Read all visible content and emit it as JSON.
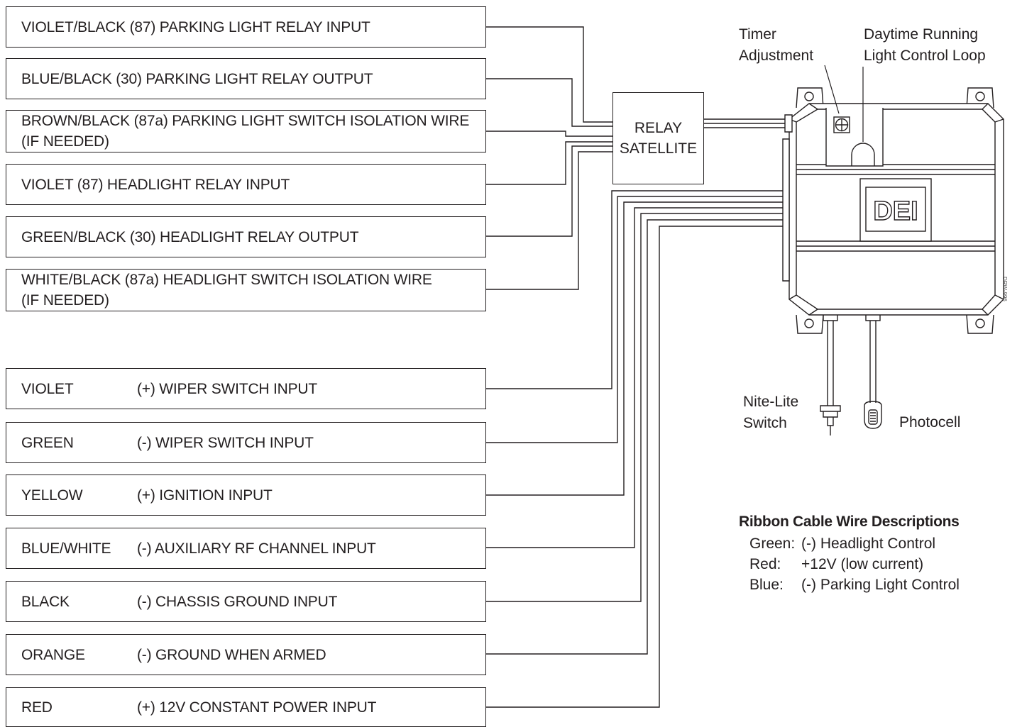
{
  "relay": {
    "line1": "RELAY",
    "line2": "SATELLITE"
  },
  "relay_wires": [
    {
      "text": "VIOLET/BLACK (87) PARKING LIGHT RELAY INPUT"
    },
    {
      "text": "BLUE/BLACK (30) PARKING LIGHT RELAY OUTPUT"
    },
    {
      "text": "BROWN/BLACK (87a) PARKING LIGHT SWITCH ISOLATION WIRE",
      "text2": "(IF NEEDED)"
    },
    {
      "text": "VIOLET (87) HEADLIGHT RELAY INPUT"
    },
    {
      "text": "GREEN/BLACK (30) HEADLIGHT RELAY OUTPUT"
    },
    {
      "text": "WHITE/BLACK (87a) HEADLIGHT SWITCH ISOLATION WIRE",
      "text2": "(IF NEEDED)"
    }
  ],
  "main_wires": [
    {
      "color": "VIOLET",
      "desc": "(+) WIPER SWITCH INPUT"
    },
    {
      "color": "GREEN",
      "desc": "(-) WIPER SWITCH INPUT"
    },
    {
      "color": "YELLOW",
      "desc": "(+) IGNITION INPUT"
    },
    {
      "color": "BLUE/WHITE",
      "desc": "(-) AUXILIARY RF CHANNEL INPUT"
    },
    {
      "color": "BLACK",
      "desc": "(-) CHASSIS GROUND INPUT"
    },
    {
      "color": "ORANGE",
      "desc": "(-) GROUND WHEN ARMED"
    },
    {
      "color": "RED",
      "desc": "(+) 12V CONSTANT POWER INPUT"
    }
  ],
  "labels": {
    "timer_1": "Timer",
    "timer_2": "Adjustment",
    "drl_1": "Daytime Running",
    "drl_2": "Light Control Loop",
    "nite_1": "Nite-Lite",
    "nite_2": "Switch",
    "photocell": "Photocell",
    "logo": "DEI",
    "drawing_no": "DRW-996"
  },
  "legend": {
    "title": "Ribbon Cable Wire Descriptions",
    "rows": [
      {
        "key": "Green:",
        "value": "(-) Headlight Control"
      },
      {
        "key": "Red:",
        "value": "+12V (low current)"
      },
      {
        "key": "Blue:",
        "value": "(-) Parking Light Control"
      }
    ]
  },
  "colors": {
    "line": "#231f20",
    "background": "#ffffff"
  }
}
